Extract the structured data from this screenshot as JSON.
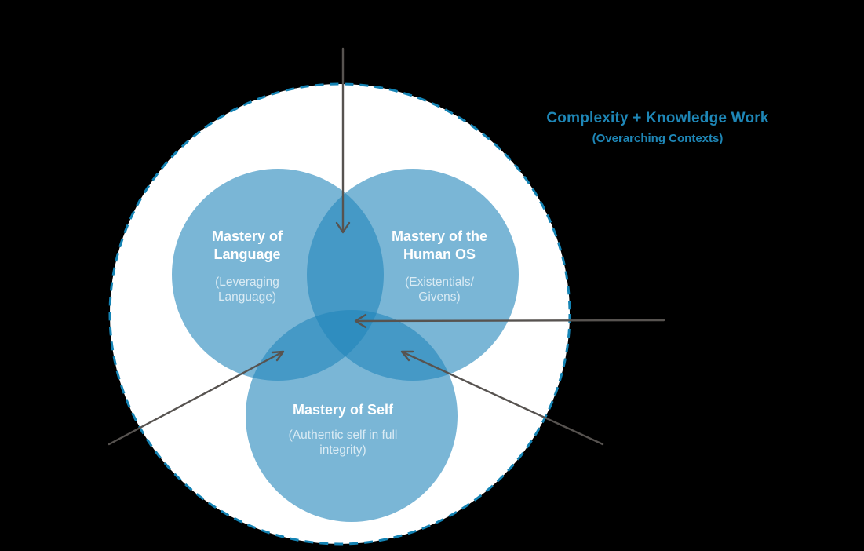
{
  "title": {
    "heading": "Complexity + Knowledge Work",
    "subheading": "(Overarching Contexts)"
  },
  "sets": [
    {
      "name": "Mastery of Language",
      "label_lines": [
        "Mastery of",
        "Language"
      ],
      "sub_lines": [
        "(Leveraging",
        "Language)"
      ]
    },
    {
      "name": "Mastery of the Human OS",
      "label_lines": [
        "Mastery of the",
        "Human OS"
      ],
      "sub_lines": [
        "(Existentials/",
        "Givens)"
      ]
    },
    {
      "name": "Mastery of Self",
      "label_lines": [
        "Mastery of Self"
      ],
      "sub_lines": [
        "(Authentic self in full",
        "integrity)"
      ]
    }
  ],
  "colors": {
    "background": "#000000",
    "outer_circle_fill": "#FFFFFF",
    "outer_circle_border": "#1483B4",
    "set_fill": "#2286BB",
    "set_fill_opacity": "0.6",
    "set_label": "#FFFFFF",
    "set_sublabel": "rgba(255,255,255,0.72)",
    "title": "#1E86B6",
    "arrow": "#575350"
  }
}
